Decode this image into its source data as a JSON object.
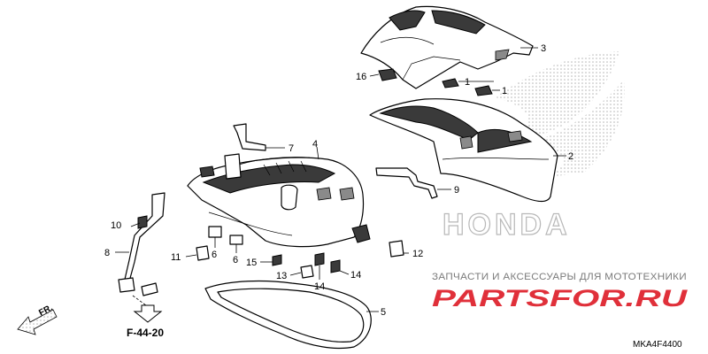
{
  "callouts": [
    "1",
    "1",
    "2",
    "3",
    "4",
    "5",
    "6",
    "6",
    "7",
    "8",
    "9",
    "10",
    "11",
    "12",
    "13",
    "14",
    "14",
    "15",
    "16"
  ],
  "watermark": {
    "caption": "ЗАПЧАСТИ И АКСЕССУАРЫ ДЛЯ МОТОТЕХНИКИ",
    "brand": "PARTSFOR.RU",
    "logo_text": "HONDA"
  },
  "reference": {
    "label": "F-44-20"
  },
  "direction": {
    "label": "FR."
  },
  "diagram_code": "MKA4F4400",
  "colors": {
    "brand_red": "#e0303a",
    "line": "#000000",
    "watermark_gray": "#c8c8c8"
  }
}
